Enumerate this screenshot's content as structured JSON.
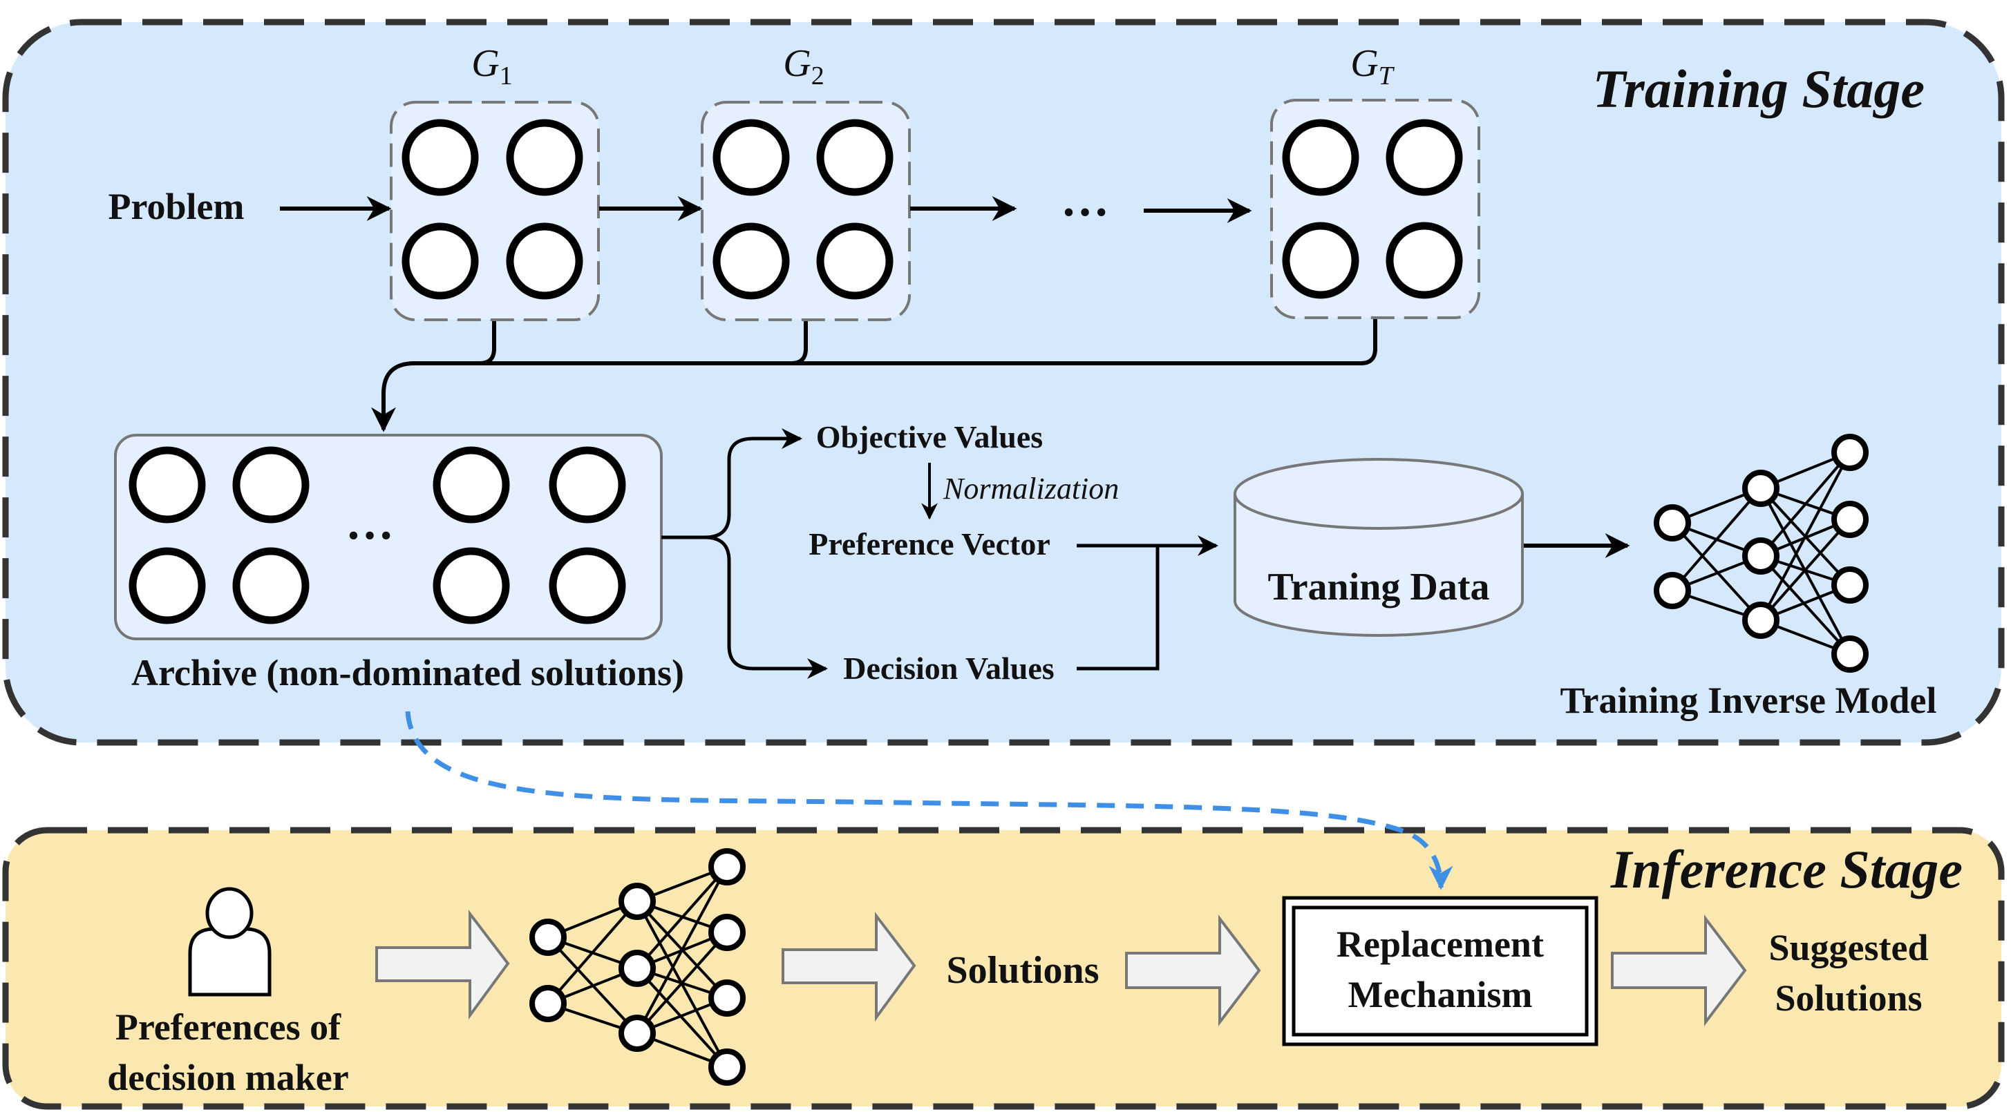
{
  "training_stage": {
    "title": "Training Stage",
    "problem_label": "Problem",
    "generation_labels": [
      "G",
      "G",
      "G"
    ],
    "generation_subscripts": [
      "1",
      "2",
      "T"
    ],
    "ellipsis": "…",
    "archive_label": "Archive (non-dominated solutions)",
    "objective_values_label": "Objective Values",
    "normalization_label": "Normalization",
    "preference_vector_label": "Preference Vector",
    "decision_values_label": "Decision Values",
    "training_data_label": "Traning Data",
    "inverse_model_label": "Training Inverse Model"
  },
  "inference_stage": {
    "title": "Inference Stage",
    "preferences_label_line1": "Preferences of",
    "preferences_label_line2": "decision maker",
    "solutions_label": "Solutions",
    "replacement_label_line1": "Replacement",
    "replacement_label_line2": "Mechanism",
    "suggested_label_line1": "Suggested",
    "suggested_label_line2": "Solutions"
  },
  "colors": {
    "training_bg": "#d6e8fc",
    "inference_bg": "#fbe8b1",
    "population_box_bg": "#e4efff",
    "dashed_link": "#3f8fe6",
    "hollow_arrow_fill": "#f2f2f2"
  }
}
